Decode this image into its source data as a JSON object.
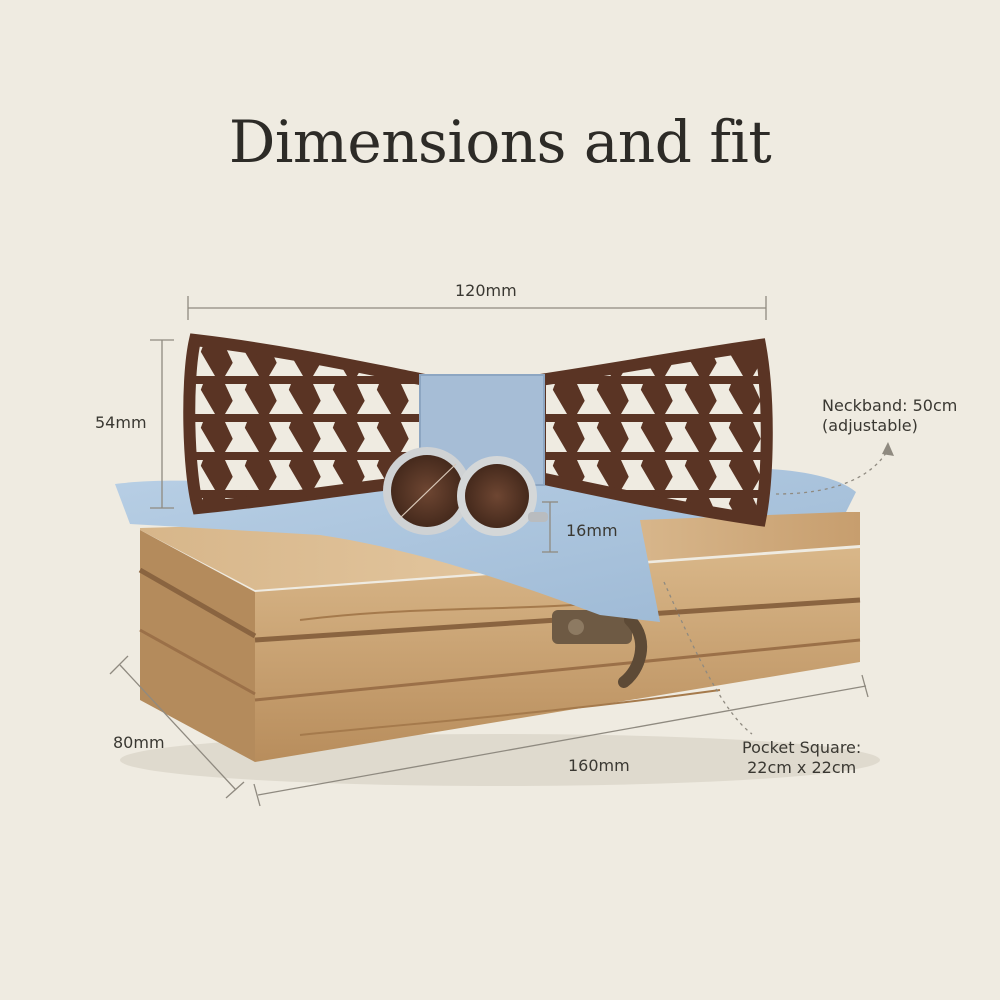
{
  "title": "Dimensions and fit",
  "dimensions": {
    "bowtie_width": "120mm",
    "bowtie_height": "54mm",
    "cufflink_diameter": "16mm",
    "box_depth": "80mm",
    "box_length": "160mm"
  },
  "notes": {
    "neckband_line1": "Neckband: 50cm",
    "neckband_line2": "(adjustable)",
    "pocket_line1": "Pocket Square:",
    "pocket_line2": "22cm x 22cm"
  },
  "colors": {
    "background": "#efebe1",
    "walnut": "#5a3424",
    "box_wood": "#c9a57a",
    "linen_blue": "#a9c3dc",
    "text": "#2d2b27"
  }
}
